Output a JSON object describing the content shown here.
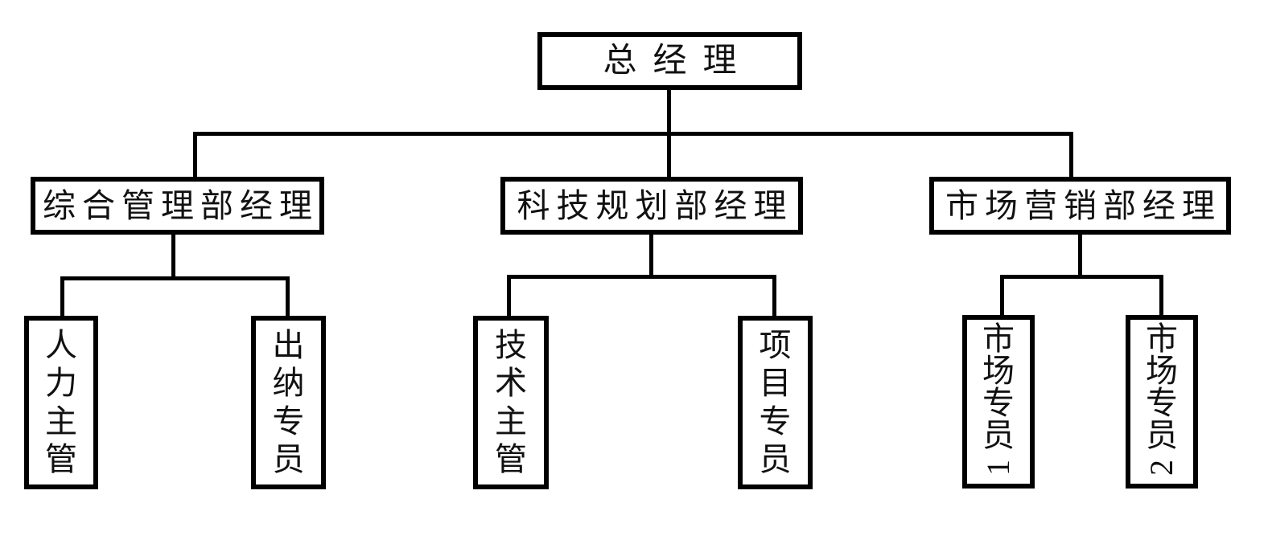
{
  "org": {
    "root": {
      "label": "总经理"
    },
    "departments": [
      {
        "label": "综合管理部经理",
        "children": [
          {
            "label": "人力主管"
          },
          {
            "label": "出纳专员"
          }
        ]
      },
      {
        "label": "科技规划部经理",
        "children": [
          {
            "label": "技术主管"
          },
          {
            "label": "项目专员"
          }
        ]
      },
      {
        "label": "市场营销部经理",
        "children": [
          {
            "label": "市场专员1"
          },
          {
            "label": "市场专员2"
          }
        ]
      }
    ],
    "colors": {
      "line": "#000000",
      "box_border": "#000000",
      "background": "#ffffff",
      "text": "#111111"
    }
  }
}
